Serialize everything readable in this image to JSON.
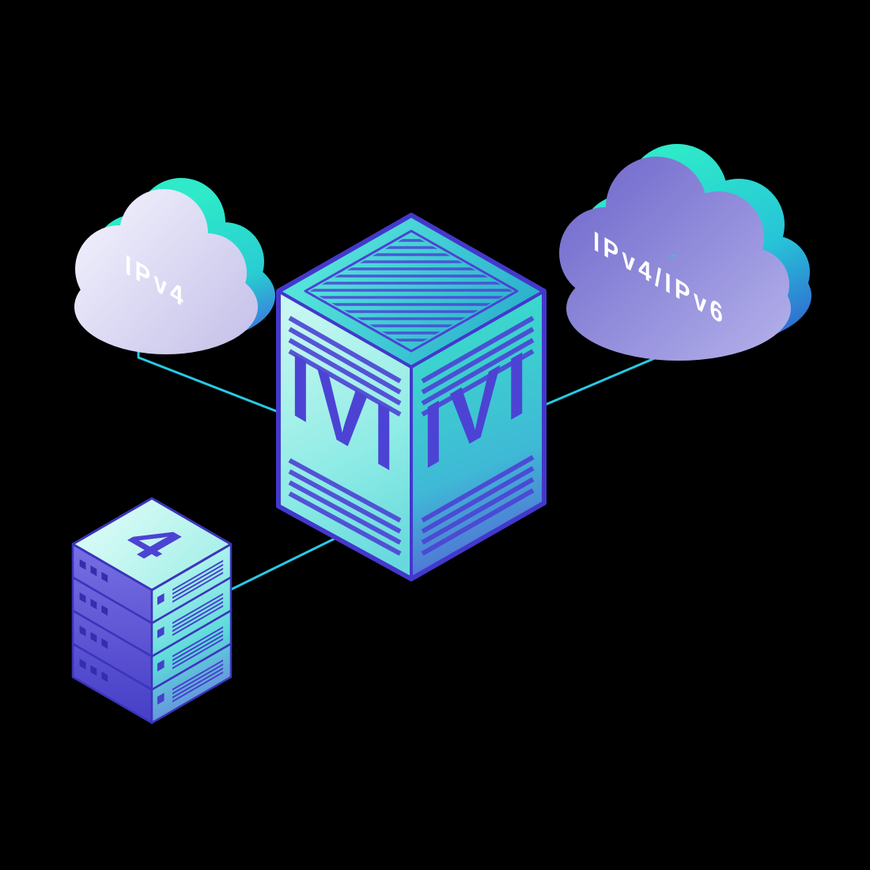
{
  "scene": {
    "background_color": "#000000",
    "description": "Isometric network illustration: central IVI translator box linked to an IPv4 cloud, an IPv4/IPv6 cloud, and an IPv4 server stack"
  },
  "palette": {
    "background": "#000000",
    "connector_cyan": "#28c9e4",
    "indigo_ink": "#4c43d4",
    "box_teal": "#3ed8cd",
    "cloud_lavender": "#d9d7f1",
    "cloud_purple": "#8c86dc",
    "accent_teal": "#2eeac9",
    "accent_blue": "#3f5ae0",
    "label_white": "#ffffff"
  },
  "labels": {
    "left_cloud": "IPv4",
    "right_cloud": "IPv4/IPv6",
    "box_left_face": "IVI",
    "box_right_face": "IVI",
    "server_stack_top": "4"
  },
  "nodes": {
    "server_stack": {
      "unit_count": 4
    }
  },
  "connections": [
    {
      "from": "ipv4-cloud",
      "to": "ivi-translator-box"
    },
    {
      "from": "ipv4-ipv6-cloud",
      "to": "ivi-translator-box"
    },
    {
      "from": "server-stack",
      "to": "ivi-translator-box"
    }
  ]
}
